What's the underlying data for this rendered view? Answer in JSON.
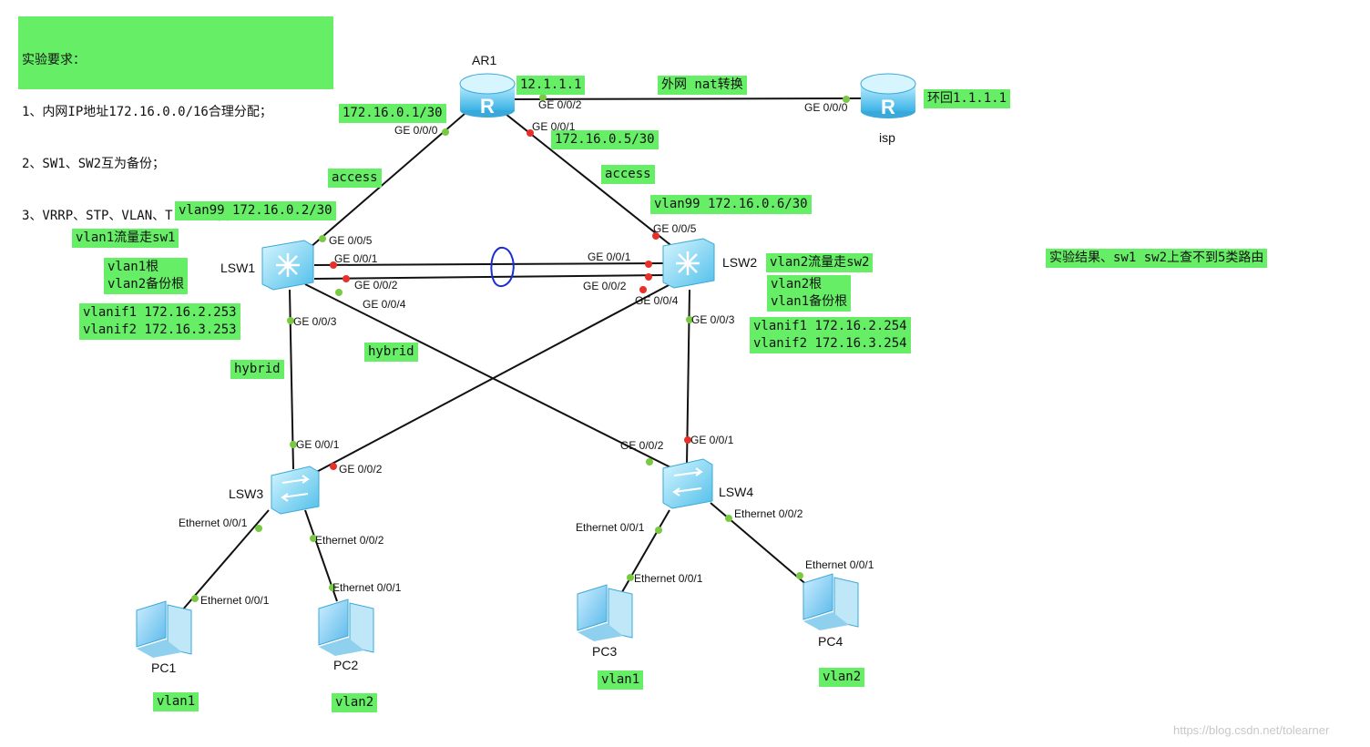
{
  "requirements": {
    "title": "实验要求：",
    "items": [
      "1、内网IP地址172.16.0.0/16合理分配；",
      "2、SW1、SW2互为备份；",
      "3、VRRP、STP、VLAN、Trunk均使用"
    ]
  },
  "devices": {
    "ar1": "AR1",
    "isp": "isp",
    "lsw1": "LSW1",
    "lsw2": "LSW2",
    "lsw3": "LSW3",
    "lsw4": "LSW4",
    "pc1": "PC1",
    "pc2": "PC2",
    "pc3": "PC3",
    "pc4": "PC4"
  },
  "notes": {
    "ar1_wan_ip": "12.1.1.1",
    "wan_nat": "外网 nat转换",
    "isp_loopback": "环回1.1.1.1",
    "ar1_lan0_ip": "172.16.0.1/30",
    "ar1_lan1_ip": "172.16.0.5/30",
    "link1_mode": "access",
    "link2_mode": "access",
    "lsw1_vlan99": "vlan99 172.16.0.2/30",
    "lsw2_vlan99": "vlan99 172.16.0.6/30",
    "lsw1_traffic": "vlan1流量走sw1",
    "lsw1_root": "vlan1根\nvlan2备份根",
    "lsw1_vlanif": "vlanif1 172.16.2.253\nvlanif2 172.16.3.253",
    "lsw2_traffic": "vlan2流量走sw2",
    "lsw2_root": "vlan2根\nvlan1备份根",
    "lsw2_vlanif": "vlanif1 172.16.2.254\nvlanif2 172.16.3.254",
    "hybrid_left": "hybrid",
    "hybrid_mid": "hybrid",
    "result": "实验结果、sw1 sw2上查不到5类路由",
    "pc1_vlan": "vlan1",
    "pc2_vlan": "vlan2",
    "pc3_vlan": "vlan1",
    "pc4_vlan": "vlan2"
  },
  "ports": {
    "ar1_g002": "GE 0/0/2",
    "isp_g000": "GE 0/0/0",
    "ar1_g000": "GE 0/0/0",
    "ar1_g001": "GE 0/0/1",
    "lsw1_g005": "GE 0/0/5",
    "lsw1_g001": "GE 0/0/1",
    "lsw1_g002": "GE 0/0/2",
    "lsw1_g004": "GE 0/0/4",
    "lsw1_g003": "GE 0/0/3",
    "lsw2_g005": "GE 0/0/5",
    "lsw2_g001": "GE 0/0/1",
    "lsw2_g002": "GE 0/0/2",
    "lsw2_g004": "GE 0/0/4",
    "lsw2_g003": "GE 0/0/3",
    "lsw3_g001": "GE 0/0/1",
    "lsw3_g002": "GE 0/0/2",
    "lsw4_g002": "GE 0/0/2",
    "lsw4_g001": "GE 0/0/1",
    "lsw3_e001": "Ethernet 0/0/1",
    "lsw3_e002": "Ethernet 0/0/2",
    "pc1_e001": "Ethernet 0/0/1",
    "pc2_e001": "Ethernet 0/0/1",
    "lsw4_e001": "Ethernet 0/0/1",
    "lsw4_e002": "Ethernet 0/0/2",
    "pc3_e001": "Ethernet 0/0/1",
    "pc4_e001": "Ethernet 0/0/1"
  },
  "watermark": "https://blog.csdn.net/tolearner",
  "colors": {
    "note_bg": "#66ee66",
    "link": "#111111",
    "port_up": "#7ac943",
    "port_blocked": "#e8302a",
    "annotation": "#1a2fd1",
    "device": "#5ec8ec"
  }
}
